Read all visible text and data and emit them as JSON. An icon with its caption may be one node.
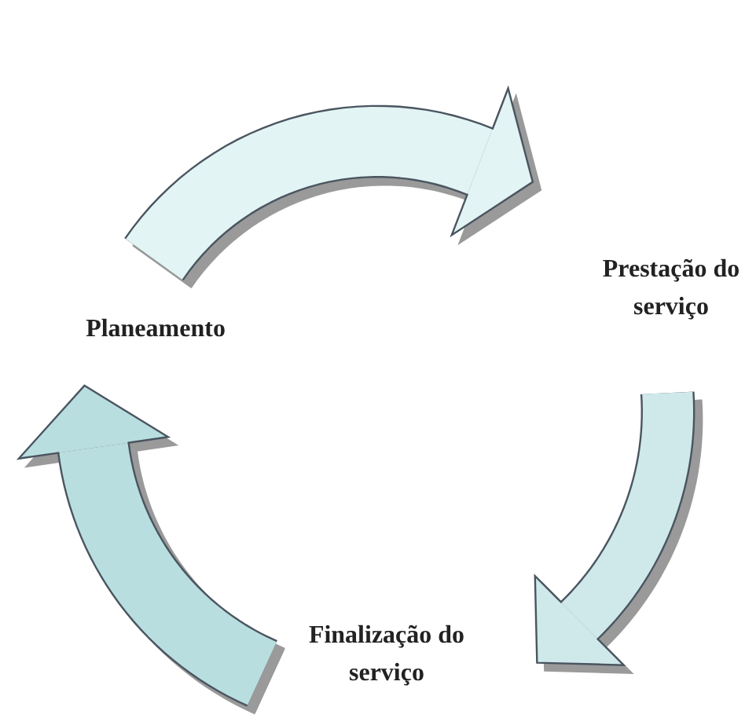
{
  "diagram": {
    "nodes": [
      {
        "text": [
          "Planeamento"
        ]
      },
      {
        "text": [
          "Prestação do serviço"
        ]
      },
      {
        "text": [
          "Finalização do serviço"
        ]
      }
    ],
    "edges": [
      {
        "from": 0,
        "to": 1,
        "arrow": "to"
      },
      {
        "from": 1,
        "to": 2,
        "arrow": "to"
      },
      {
        "from": 2,
        "to": 0,
        "arrow": "to"
      }
    ]
  }
}
